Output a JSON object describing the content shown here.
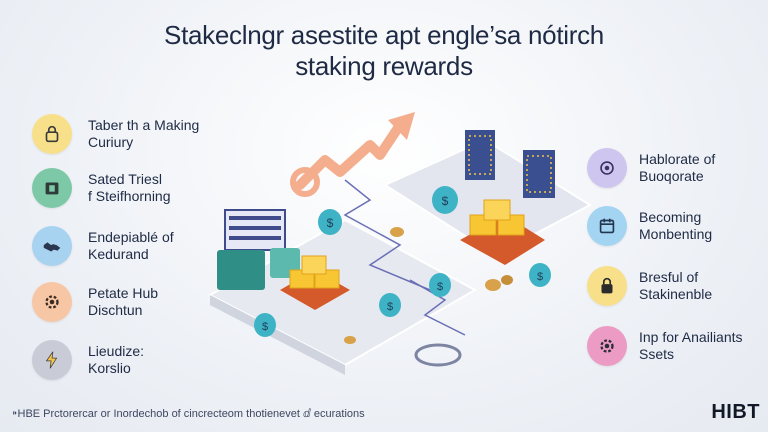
{
  "title": {
    "line1": "Stakeᴄlngr asestite apt engle’sa nótirch",
    "line2": "staking rewards"
  },
  "colors": {
    "yellow": "#f8e08a",
    "green": "#7dc9a7",
    "blue": "#a8d3f0",
    "peach": "#f7c7a5",
    "grey": "#c9ccd6",
    "lavender": "#cfc6ef",
    "skyblue": "#a3d4f2",
    "pink": "#ec9cc4",
    "gold": "#f5c44a",
    "accent_navy": "#2f3d79"
  },
  "left_features": [
    {
      "icon": "lock-icon",
      "line1": "Taber th a Making",
      "line2": "Curiury"
    },
    {
      "icon": "wallet-icon",
      "line1": "Sated Triesl",
      "line2": "f Steifhorning"
    },
    {
      "icon": "handshake-icon",
      "line1": "Endepiablé of",
      "line2": "Kedurand"
    },
    {
      "icon": "gear-icon",
      "line1": "Petate Hub",
      "line2": "Dischtun"
    },
    {
      "icon": "lightning-icon",
      "line1": "Lieudize:",
      "line2": "Korslio"
    }
  ],
  "right_features": [
    {
      "icon": "coins-icon",
      "line1": "Hablorate of",
      "line2": "Buoqorate"
    },
    {
      "icon": "calendar-icon",
      "line1": "Becoming",
      "line2": "Monbenting"
    },
    {
      "icon": "lock-icon",
      "line1": "Bresful of",
      "line2": "Stakinenble"
    },
    {
      "icon": "gear-icon",
      "line1": "Inp for Anailiants",
      "line2": "Ssets"
    }
  ],
  "illustration_labels": {
    "coin_symbol": "$"
  },
  "footer": "⁍HBE Prctorercar or Inordechob of cincrecteom thotienevet ⅆ ecurations",
  "brand": "HIBT"
}
